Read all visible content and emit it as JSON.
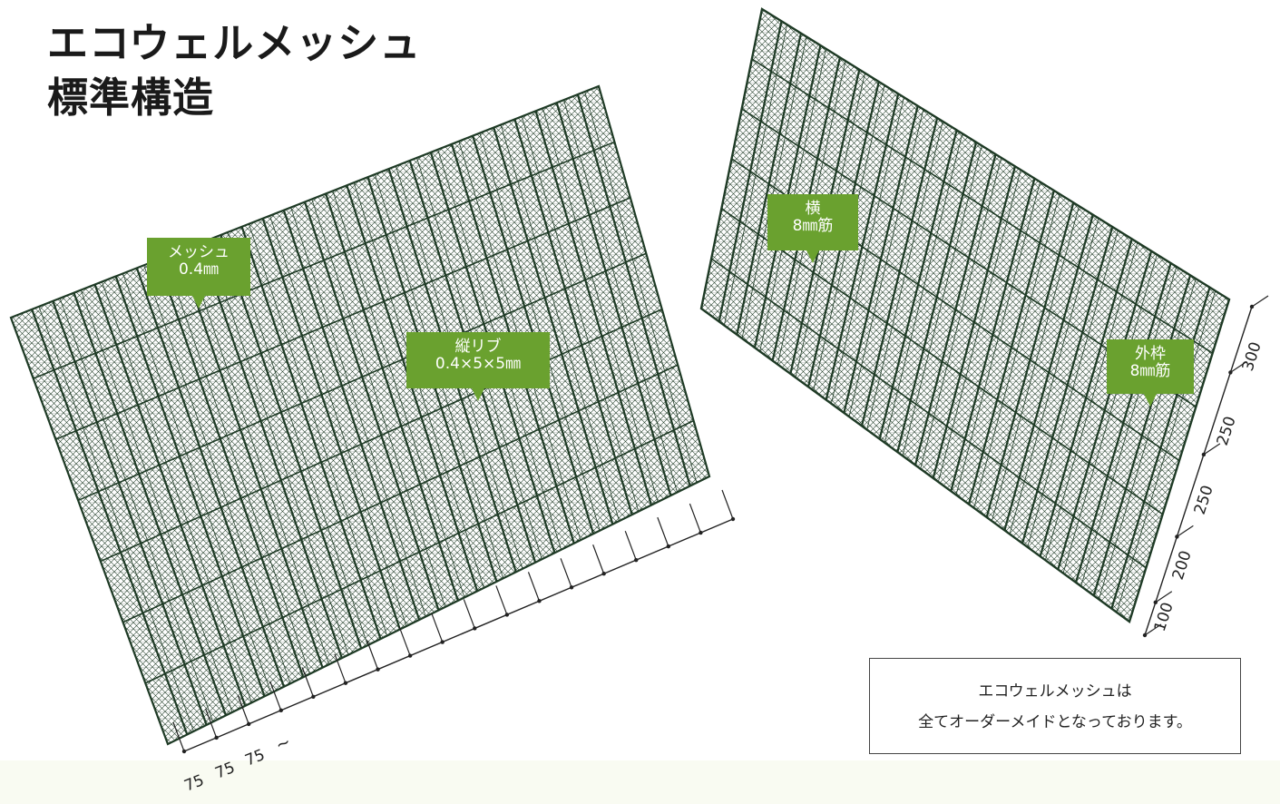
{
  "title": {
    "line1": "エコウェルメッシュ",
    "line2": "標準構造"
  },
  "callouts": {
    "mesh": {
      "line1": "メッシュ",
      "line2": "0.4㎜"
    },
    "rib": {
      "line1": "縦リブ",
      "line2": "0.4×5×5㎜"
    },
    "horizontal_bar": {
      "line1": "横",
      "line2": "8㎜筋"
    },
    "frame_bar": {
      "line1": "外枠",
      "line2": "8㎜筋"
    }
  },
  "left_dimensions": [
    "75",
    "75",
    "75",
    "~"
  ],
  "right_dimensions": [
    "100",
    "200",
    "250",
    "250",
    "300"
  ],
  "note": {
    "line1": "エコウェルメッシュは",
    "line2": "全てオーダーメイドとなっております。"
  },
  "colors": {
    "mesh_line": "#1e3a25",
    "callout_green": "#6aa12f",
    "title_text": "#1a1a1a",
    "watermark": "#eef3dc"
  }
}
